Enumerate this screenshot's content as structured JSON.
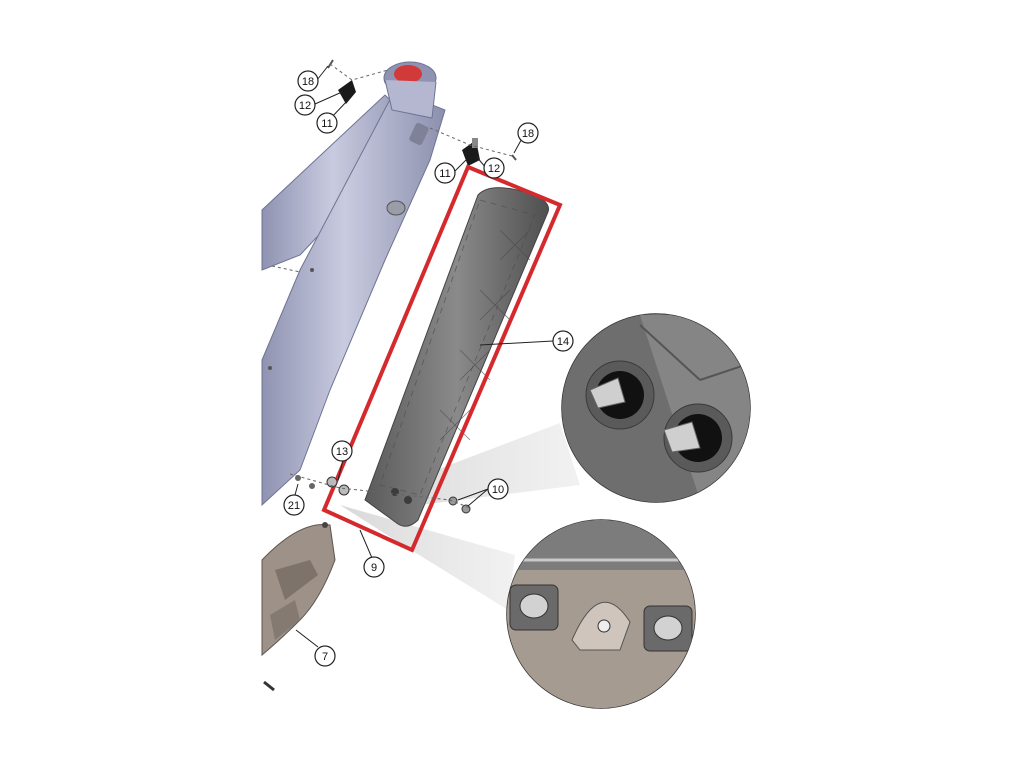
{
  "colors": {
    "frame_paint": "#a3a6c0",
    "cover_gray": "#6f6f6f",
    "highlight_box": "#d42a2e",
    "skid_plate": "#9e9187",
    "callout_line": "#222222"
  },
  "callouts": [
    {
      "id": "c18a",
      "label": "18"
    },
    {
      "id": "c12a",
      "label": "12"
    },
    {
      "id": "c11a",
      "label": "11"
    },
    {
      "id": "c18b",
      "label": "18"
    },
    {
      "id": "c11b",
      "label": "11"
    },
    {
      "id": "c12b",
      "label": "12"
    },
    {
      "id": "c14",
      "label": "14"
    },
    {
      "id": "c13",
      "label": "13"
    },
    {
      "id": "c21",
      "label": "21"
    },
    {
      "id": "c10",
      "label": "10"
    },
    {
      "id": "c9",
      "label": "9"
    },
    {
      "id": "c7",
      "label": "7"
    }
  ],
  "parts": {
    "frame": "bike-frame",
    "downtube_cover": "downtube-battery-cover",
    "skid_plate": "motor-skid-plate",
    "detail_top": "cover-bolt-detail",
    "detail_bottom": "cover-mount-detail"
  }
}
